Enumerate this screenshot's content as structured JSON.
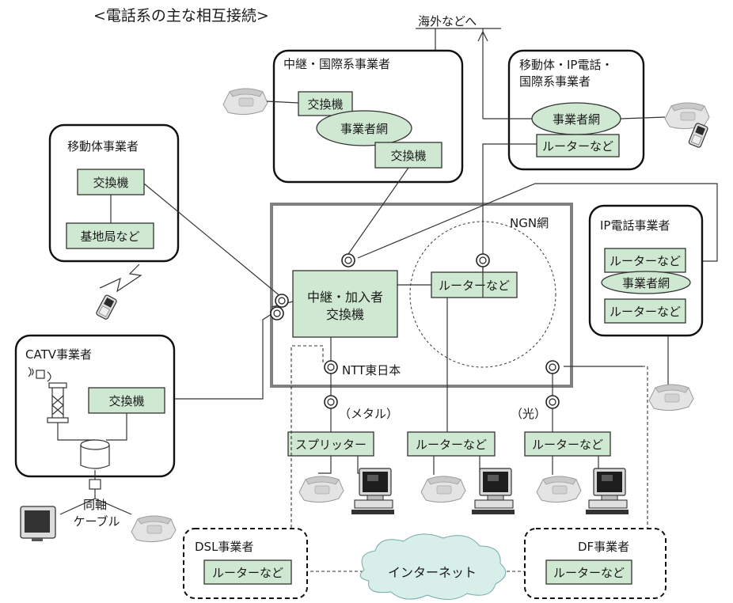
{
  "title": "<電話系の主な相互接続>",
  "overseas": "海外などへ",
  "orgs": {
    "relay_intl": "中継・国際系事業者",
    "mobile_ip_intl_1": "移動体・IP電話・",
    "mobile_ip_intl_2": "国際系事業者",
    "mobile": "移動体事業者",
    "ip_phone": "IP電話事業者",
    "catv": "CATV事業者",
    "dsl": "DSL事業者",
    "df": "DF事業者"
  },
  "ngn": {
    "label": "NGN網",
    "ntt": "NTT東日本",
    "switch_1": "中継・加入者",
    "switch_2": "交換機"
  },
  "labels": {
    "switch": "交換機",
    "carrier_net": "事業者網",
    "router": "ルーターなど",
    "base_station": "基地局など",
    "splitter": "スプリッター",
    "metal": "（メタル）",
    "optical": "（光）",
    "coax_1": "同軸",
    "coax_2": "ケーブル",
    "internet": "インターネット"
  },
  "colors": {
    "box_fill": "#cfe8d2",
    "cloud_fill": "#d8efe9",
    "ngn_border": "#808080"
  }
}
